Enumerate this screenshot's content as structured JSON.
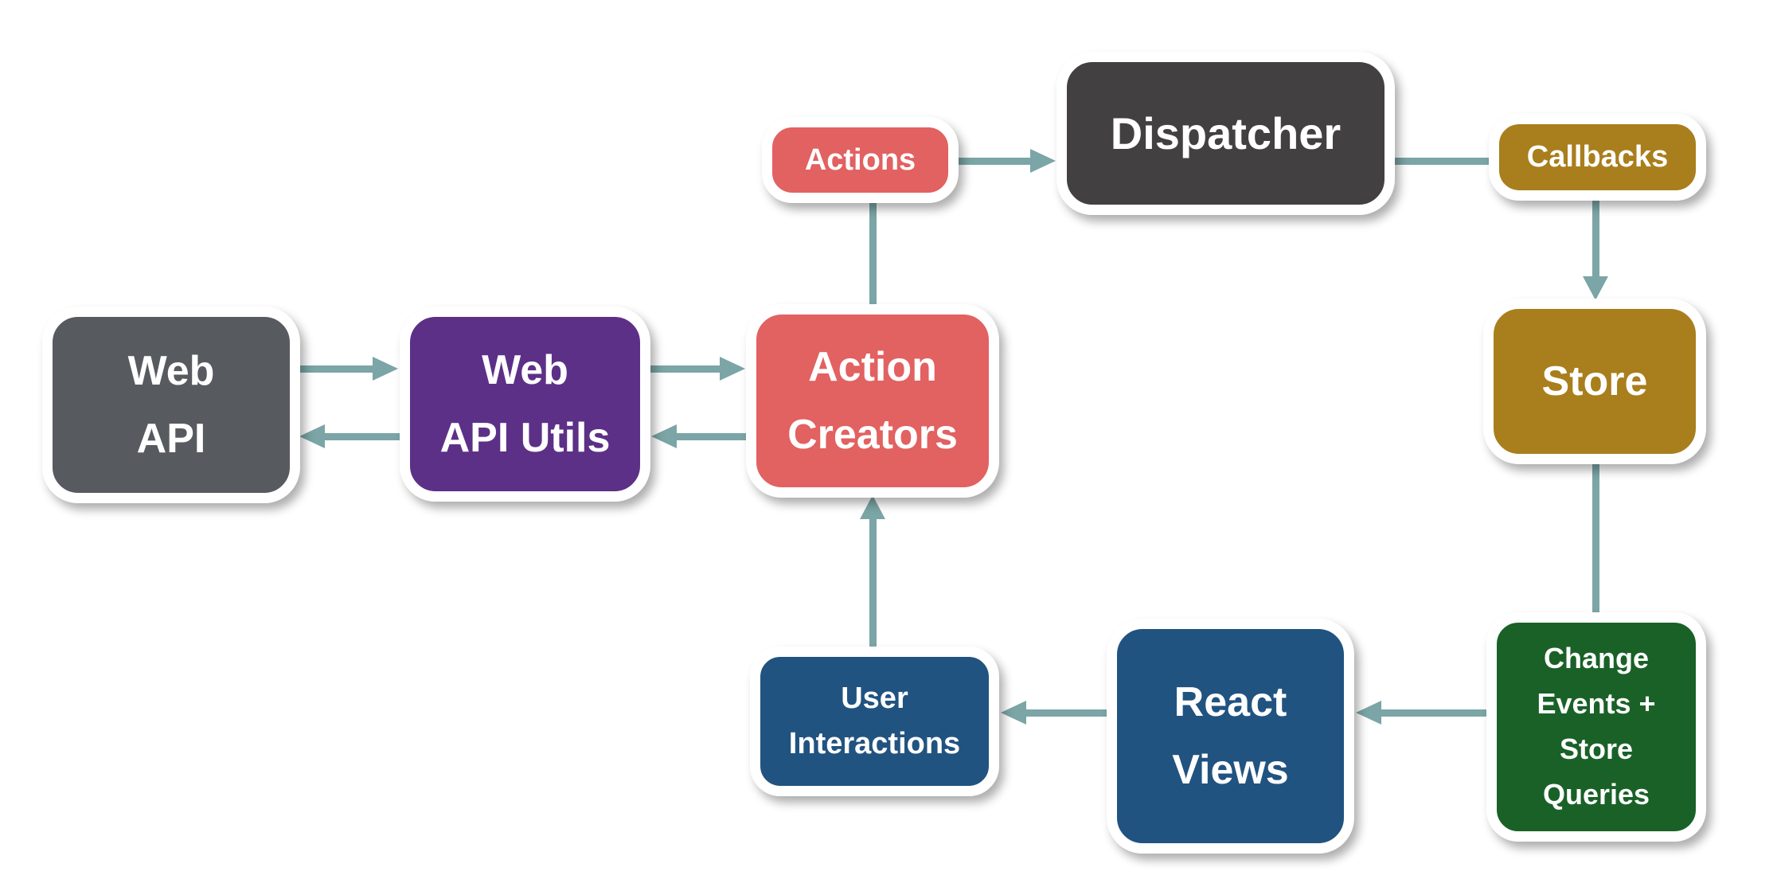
{
  "diagram": {
    "description": "Flux application architecture flow diagram",
    "background_color": "#FFFFFF",
    "connector_color": "#7BA5A6",
    "text_color": "#FFFFFF",
    "nodes": {
      "web_api": {
        "lines": [
          "Web",
          "API"
        ],
        "fill": "#575A5F"
      },
      "web_api_utils": {
        "lines": [
          "Web",
          "API Utils"
        ],
        "fill": "#5D3087"
      },
      "action_creators": {
        "lines": [
          "Action",
          "Creators"
        ],
        "fill": "#E26161"
      },
      "actions": {
        "lines": [
          "Actions"
        ],
        "fill": "#E26161"
      },
      "dispatcher": {
        "lines": [
          "Dispatcher"
        ],
        "fill": "#434041"
      },
      "callbacks": {
        "lines": [
          "Callbacks"
        ],
        "fill": "#A97E1C"
      },
      "store": {
        "lines": [
          "Store"
        ],
        "fill": "#A97E1C"
      },
      "change_events": {
        "lines": [
          "Change",
          "Events +",
          "Store",
          "Queries"
        ],
        "fill": "#1A6128"
      },
      "react_views": {
        "lines": [
          "React",
          "Views"
        ],
        "fill": "#215380"
      },
      "user_interactions": {
        "lines": [
          "User",
          "Interactions"
        ],
        "fill": "#215380"
      }
    },
    "edges": [
      {
        "from": "web_api",
        "to": "web_api_utils",
        "arrowhead": true
      },
      {
        "from": "web_api_utils",
        "to": "web_api",
        "arrowhead": true
      },
      {
        "from": "web_api_utils",
        "to": "action_creators",
        "arrowhead": true
      },
      {
        "from": "action_creators",
        "to": "web_api_utils",
        "arrowhead": true
      },
      {
        "from": "action_creators",
        "to": "actions",
        "arrowhead": false
      },
      {
        "from": "actions",
        "to": "dispatcher",
        "arrowhead": true
      },
      {
        "from": "dispatcher",
        "to": "callbacks",
        "arrowhead": false
      },
      {
        "from": "callbacks",
        "to": "store",
        "arrowhead": true
      },
      {
        "from": "store",
        "to": "change_events",
        "arrowhead": false
      },
      {
        "from": "change_events",
        "to": "react_views",
        "arrowhead": true
      },
      {
        "from": "react_views",
        "to": "user_interactions",
        "arrowhead": true
      },
      {
        "from": "user_interactions",
        "to": "action_creators",
        "arrowhead": true
      }
    ]
  }
}
